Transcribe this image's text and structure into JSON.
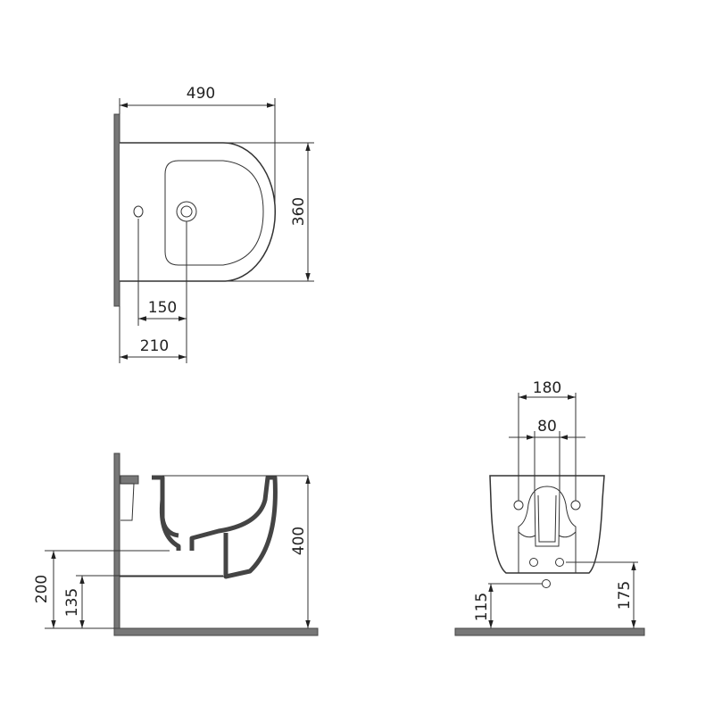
{
  "top_view": {
    "width_dim": "490",
    "depth_dim": "360",
    "drain_offset_dim": "150",
    "hole_offset_dim": "210"
  },
  "side_view": {
    "height_dim": "400",
    "inlet_height_dim": "200",
    "outlet_height_dim": "135"
  },
  "front_view": {
    "bolt_spacing_dim": "180",
    "inlet_spacing_dim": "80",
    "outlet_height_dim": "115",
    "inlet_height_dim": "175"
  }
}
